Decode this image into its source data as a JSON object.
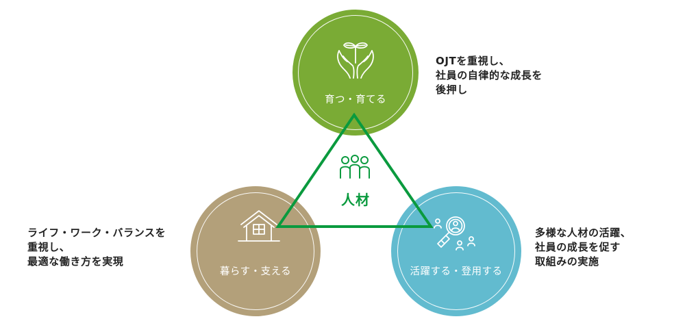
{
  "diagram": {
    "center": {
      "label": "人材",
      "icon": "people-group-icon",
      "color": "#0a9a3e"
    },
    "nodes": [
      {
        "id": "grow",
        "label": "育つ・育てる",
        "icon": "hands-sprout-icon",
        "color": "#7aab35",
        "description": [
          "OJTを重視し、",
          "社員の自律的な成長を",
          "後押し"
        ]
      },
      {
        "id": "live",
        "label": "暮らす・支える",
        "icon": "house-icon",
        "color": "#b3a07a",
        "description": [
          "ライフ・ワーク・バランスを",
          "重視し、",
          "最適な働き方を実現"
        ]
      },
      {
        "id": "thrive",
        "label": "活躍する・登用する",
        "icon": "magnifier-people-icon",
        "color": "#62bbcf",
        "description": [
          "多様な人材の活躍、",
          "社員の成長を促す",
          "取組みの実施"
        ]
      }
    ],
    "triangle_color": "#0a9a3e"
  }
}
